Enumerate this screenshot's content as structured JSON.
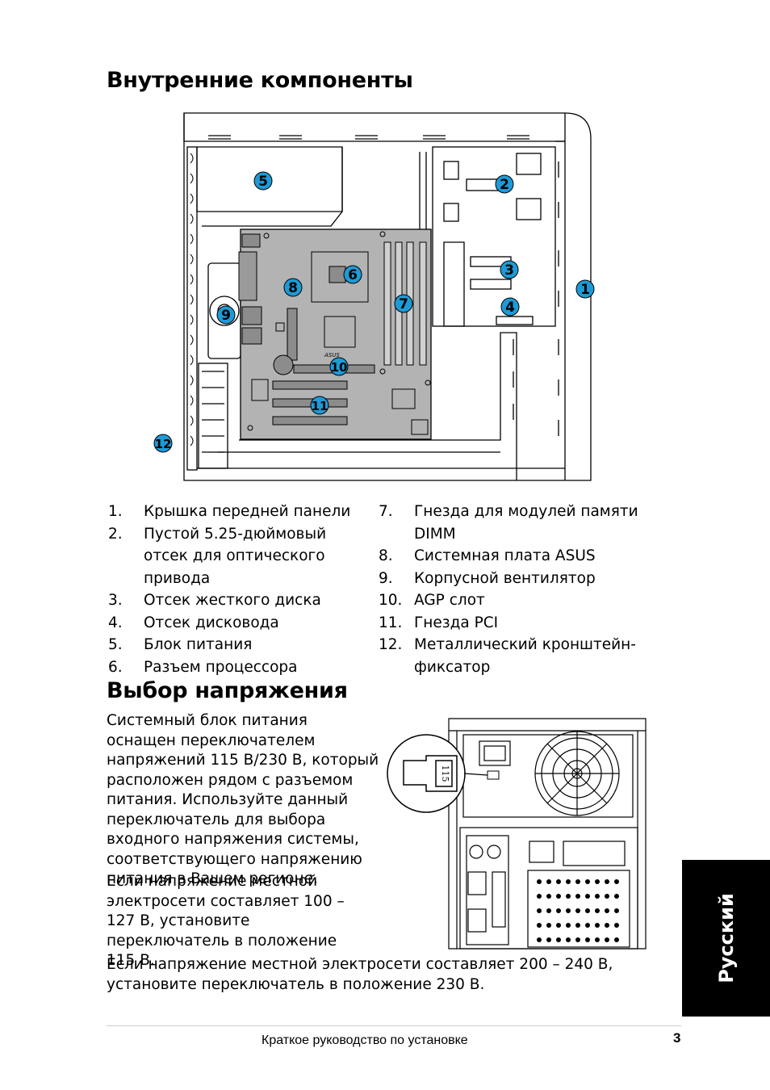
{
  "section1": {
    "title": "Внутренние компоненты"
  },
  "diagram1": {
    "callouts": [
      "1",
      "2",
      "3",
      "4",
      "5",
      "6",
      "7",
      "8",
      "9",
      "10",
      "11",
      "12"
    ],
    "brand_label": "ASUS"
  },
  "components_left": [
    {
      "num": "1.",
      "text": "Крышка передней панели"
    },
    {
      "num": "2.",
      "text": "Пустой 5.25-дюймовый отсек для оптического привода"
    },
    {
      "num": "3.",
      "text": "Отсек жесткого диска"
    },
    {
      "num": "4.",
      "text": "Отсек дисковода"
    },
    {
      "num": "5.",
      "text": "Блок питания"
    },
    {
      "num": "6.",
      "text": "Разъем процессора"
    }
  ],
  "components_right": [
    {
      "num": "7.",
      "text": "Гнезда для модулей памяти DIMM"
    },
    {
      "num": "8.",
      "text": "Системная плата ASUS"
    },
    {
      "num": "9.",
      "text": "Корпусной вентилятор"
    },
    {
      "num": "10.",
      "text": "AGP слот"
    },
    {
      "num": "11.",
      "text": "Гнезда PCI"
    },
    {
      "num": "12.",
      "text": "Металлический кронштейн-фиксатор"
    }
  ],
  "section2": {
    "title": "Выбор напряжения",
    "para1": "Системный блок питания оснащен переключателем напряжений 115 В/230 В, который расположен рядом с разъемом питания. Используйте данный переключатель для выбора входного напряжения системы, соответствующего напряжению питания в Вашем регионе.",
    "para2": "Если напряжение местной электросети составляет 100 – 127 В, установите переключатель в положение 115 В.",
    "para3": "Если напряжение местной электросети составляет 200 – 240 В, установите переключатель в положение 230 В."
  },
  "diagram2": {
    "switch_label": "115"
  },
  "side_tab": "Русский",
  "footer": {
    "text": "Краткое руководство по установке",
    "page": "3"
  },
  "colors": {
    "callout_fill": "#1e9ad6",
    "board_gray": "#b3b3b3",
    "tab_bg": "#000000"
  }
}
